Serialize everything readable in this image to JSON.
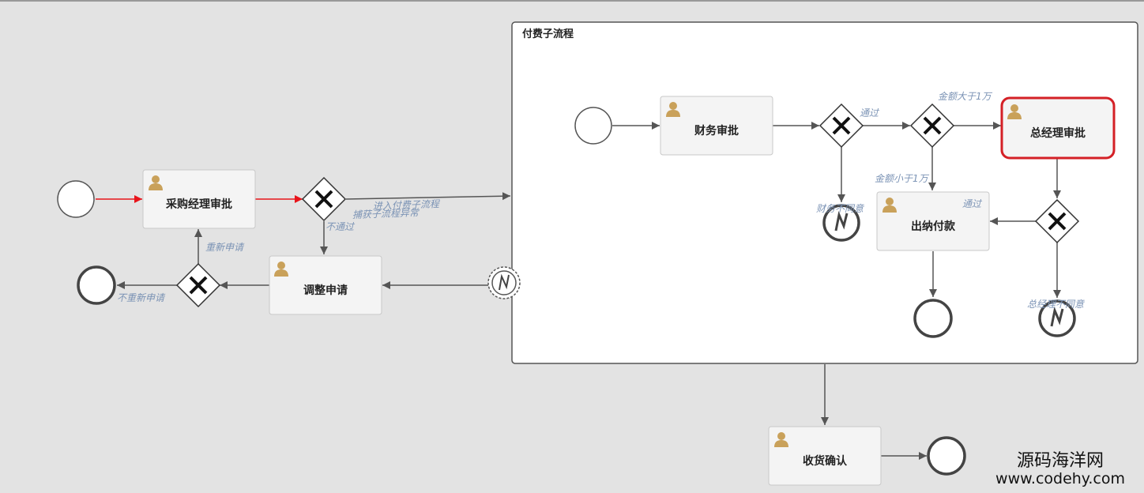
{
  "subprocess": {
    "title": "付费子流程"
  },
  "tasks": {
    "purchase_manager_approval": "采购经理审批",
    "adjust_request": "调整申请",
    "finance_approval": "财务审批",
    "general_manager_approval": "总经理审批",
    "cashier_payment": "出纳付款",
    "receipt_confirmation": "收货确认"
  },
  "flows": {
    "enter_subprocess": "进入付费子流程",
    "catch_exception": "捕获子流程异常",
    "not_pass": "不通过",
    "resubmit": "重新申请",
    "no_resubmit": "不重新申请",
    "pass_1": "通过",
    "amount_over_10k": "金额大于1万",
    "amount_under_10k": "金额小于1万",
    "finance_reject": "财务不同意",
    "pass_2": "通过",
    "gm_reject": "总经理不同意"
  },
  "colors": {
    "active_flow": "#e8141b",
    "active_task_border": "#d42026",
    "default_stroke": "#555555",
    "flow_label": "#7b93b5",
    "user_icon": "#c9a15a"
  },
  "watermark": {
    "line1": "源码海洋网",
    "line2": "www.codehy.com"
  }
}
